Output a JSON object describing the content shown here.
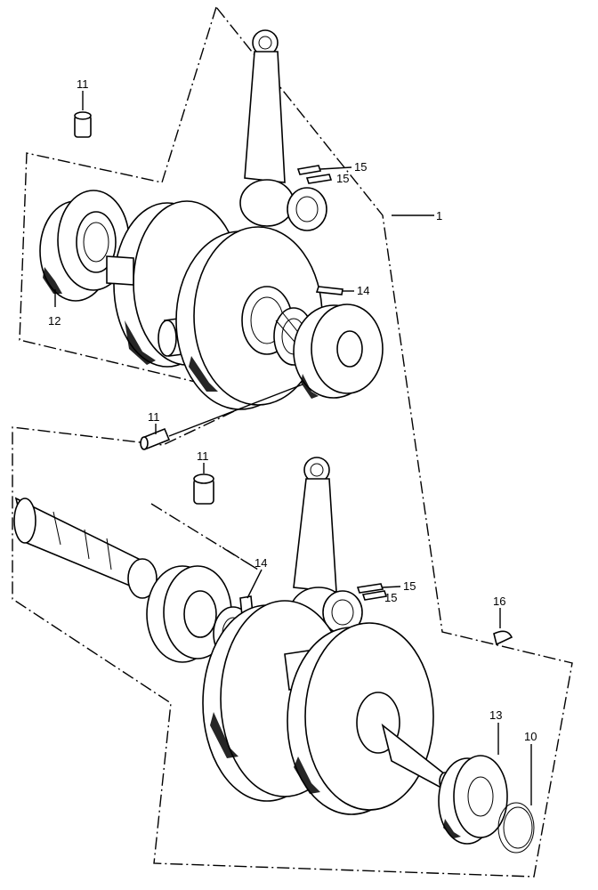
{
  "callouts": {
    "c1": "1",
    "c10": "10",
    "c11a": "11",
    "c11b": "11",
    "c11c": "11",
    "c12": "12",
    "c13": "13",
    "c14a": "14",
    "c14b": "14",
    "c15a": "15",
    "c15b": "15",
    "c15c": "15",
    "c15d": "15",
    "c16": "16"
  }
}
